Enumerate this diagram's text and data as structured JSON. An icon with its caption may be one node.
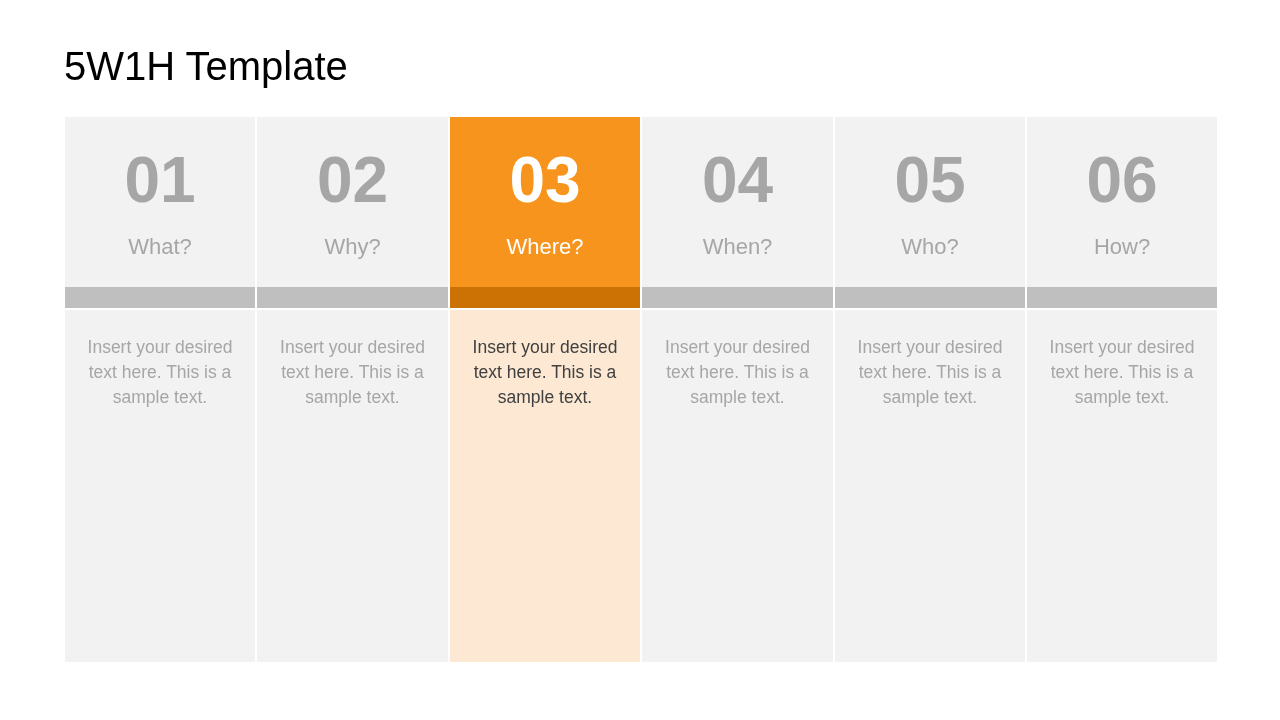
{
  "diagram": {
    "title": "5W1H Template",
    "nodes": [
      {
        "text": [
          "01",
          "What?"
        ]
      },
      {
        "text": [
          "02",
          "Why?"
        ]
      },
      {
        "text": [
          "03",
          "Where?"
        ]
      },
      {
        "text": [
          "04",
          "When?"
        ]
      },
      {
        "text": [
          "05",
          "Who?"
        ]
      },
      {
        "text": [
          "06",
          "How?"
        ]
      },
      {
        "text": [
          "Insert your desired text here. This is a sample text."
        ]
      },
      {
        "text": [
          "Insert your desired text here. This is a sample text."
        ]
      },
      {
        "text": [
          "Insert your desired text here. This is a sample text."
        ]
      },
      {
        "text": [
          "Insert your desired text here. This is a sample text."
        ]
      },
      {
        "text": [
          "Insert your desired text here. This is a sample text."
        ]
      },
      {
        "text": [
          "Insert your desired text here. This is a sample text."
        ]
      }
    ]
  }
}
